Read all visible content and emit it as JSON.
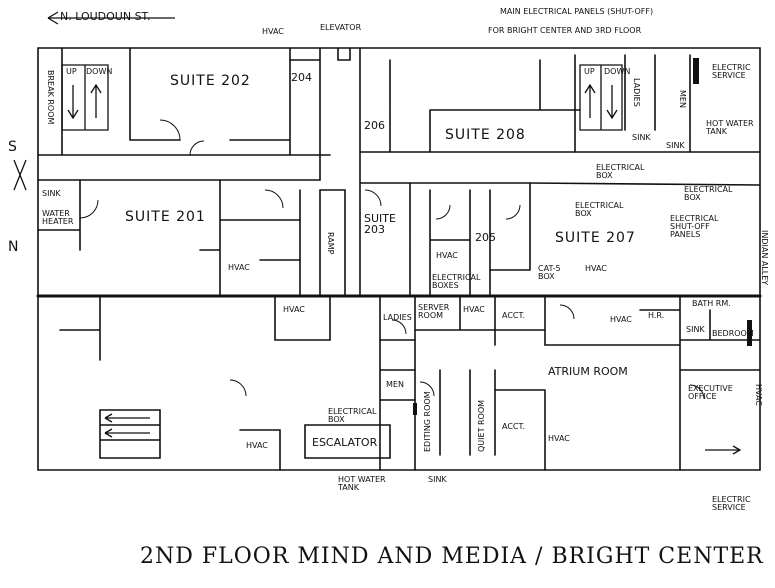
{
  "street": "N. LOUDOUN ST.",
  "alley": "INDIAN ALLEY",
  "compass": {
    "south": "S",
    "north": "N"
  },
  "title": "2ND FLOOR MIND AND MEDIA / BRIGHT CENTER",
  "notes": {
    "main_panels_1": "MAIN ELECTRICAL PANELS (SHUT-OFF)",
    "main_panels_2": "FOR BRIGHT CENTER AND 3RD FLOOR",
    "electric_service": "ELECTRIC SERVICE",
    "hot_water_tank": "HOT WATER TANK",
    "electrical_box": "ELECTRICAL BOX",
    "electrical_shutoff": "ELECTRICAL SHUT-OFF PANELS",
    "cat5_box": "CAT-5 BOX",
    "electrical_boxes": "ELECTRICAL BOXES",
    "sink": "SINK",
    "water_heater": "WATER HEATER"
  },
  "rooms": {
    "suite202": "SUITE 202",
    "suite201": "SUITE 201",
    "suite203": "SUITE 203",
    "suite205": "205",
    "suite206": "206",
    "suite204": "204",
    "suite207": "SUITE 207",
    "suite208": "SUITE 208",
    "break_room": "BREAK ROOM",
    "elevator": "ELEVATOR",
    "hvac": "HVAC",
    "ladies": "LADIES",
    "men": "MEN",
    "ramp": "RAMP",
    "server_room": "SERVER ROOM",
    "acct": "ACCT.",
    "hr": "H.R.",
    "bath_rm": "BATH RM.",
    "bedroom": "BEDROOM",
    "executive_office": "EXECUTIVE OFFICE",
    "atrium_room": "ATRIUM ROOM",
    "editing_room": "EDITING ROOM",
    "quiet_room": "QUIET ROOM",
    "escalator": "ESCALATOR",
    "up": "UP",
    "down": "DOWN"
  }
}
